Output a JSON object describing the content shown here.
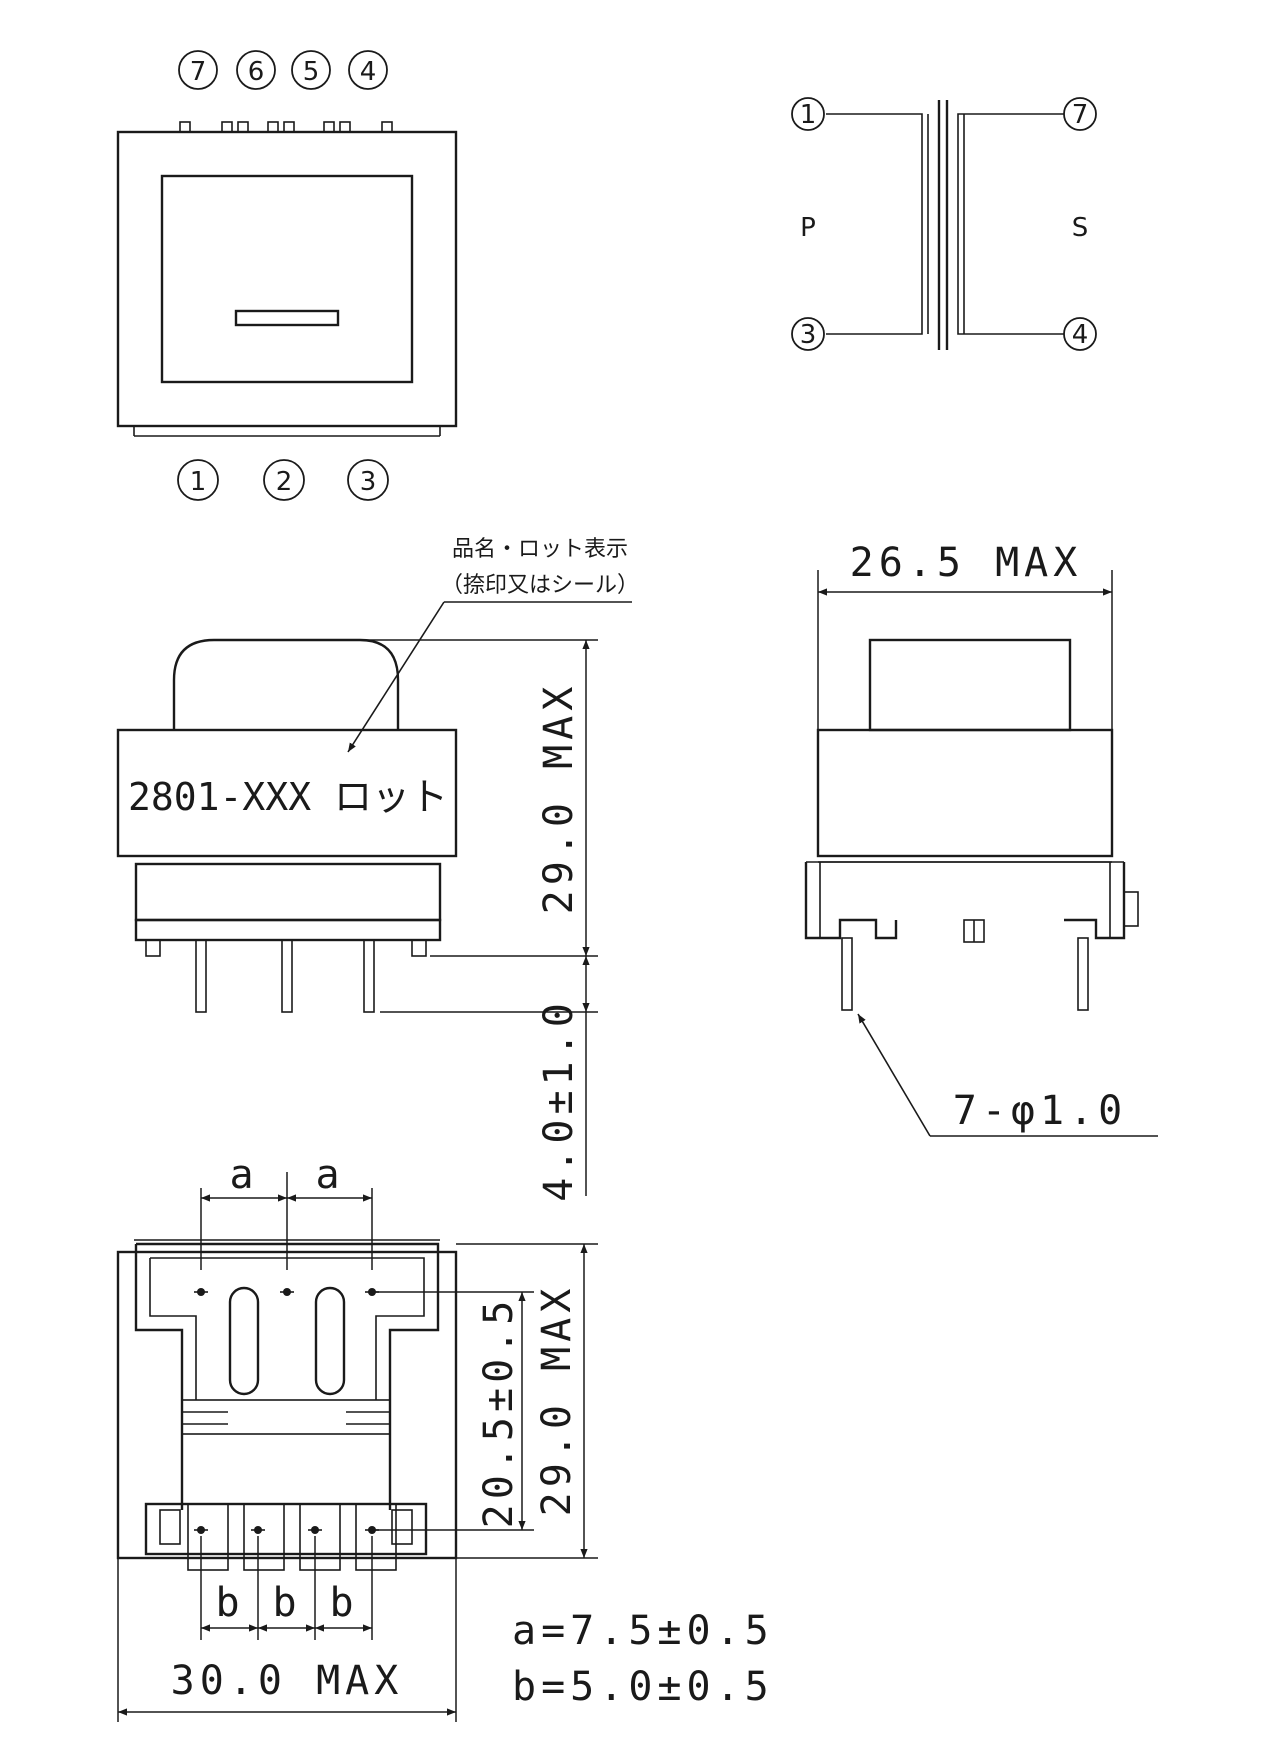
{
  "top_view": {
    "pins_top": [
      "7",
      "6",
      "5",
      "4"
    ],
    "pins_bottom": [
      "1",
      "2",
      "3"
    ]
  },
  "schematic": {
    "pin_p_top": "1",
    "pin_p_bottom": "3",
    "pin_s_top": "7",
    "pin_s_bottom": "4",
    "label_primary": "P",
    "label_secondary": "S"
  },
  "front_view": {
    "marking_note_line1": "品名・ロット表示",
    "marking_note_line2": "（捺印又はシール）",
    "part_marking": "2801-XXX ロット",
    "height_dim": "29.0 MAX",
    "pin_length_dim": "4.0±1.0"
  },
  "side_view": {
    "width_dim": "26.5 MAX",
    "pin_dim": "7-φ1.0"
  },
  "bottom_view": {
    "pitch_a_1": "a",
    "pitch_a_2": "a",
    "pitch_b_1": "b",
    "pitch_b_2": "b",
    "pitch_b_3": "b",
    "row_spacing_dim": "20.5±0.5",
    "depth_dim": "29.0 MAX",
    "width_dim": "30.0 MAX"
  },
  "legend": {
    "a_value": "a=7.5±0.5",
    "b_value": "b=5.0±0.5"
  }
}
